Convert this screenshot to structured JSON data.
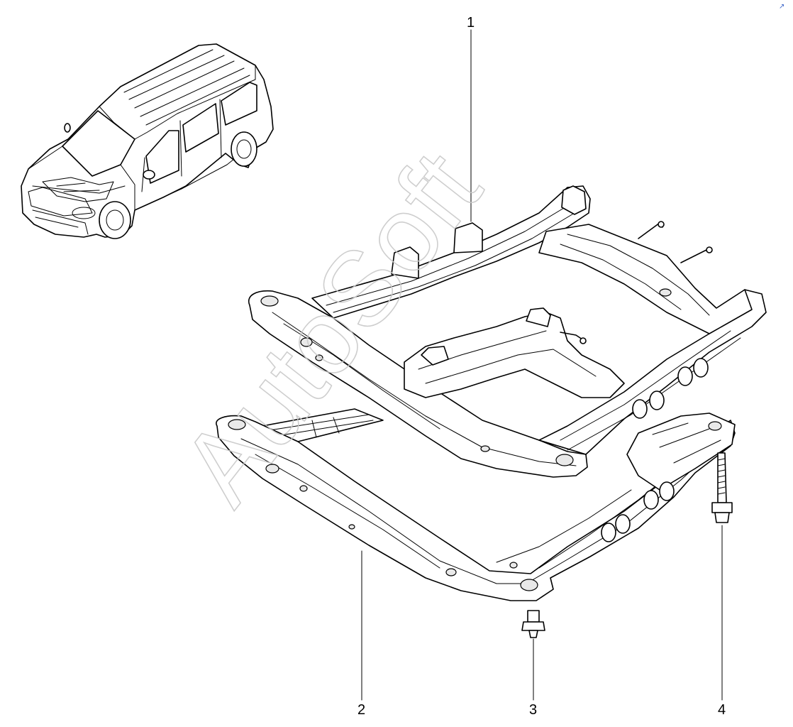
{
  "watermark": "AutoSoft",
  "corner_mark": "↗",
  "callouts": [
    {
      "id": "1",
      "label": "1"
    },
    {
      "id": "2",
      "label": "2"
    },
    {
      "id": "3",
      "label": "3"
    },
    {
      "id": "4",
      "label": "4"
    }
  ]
}
